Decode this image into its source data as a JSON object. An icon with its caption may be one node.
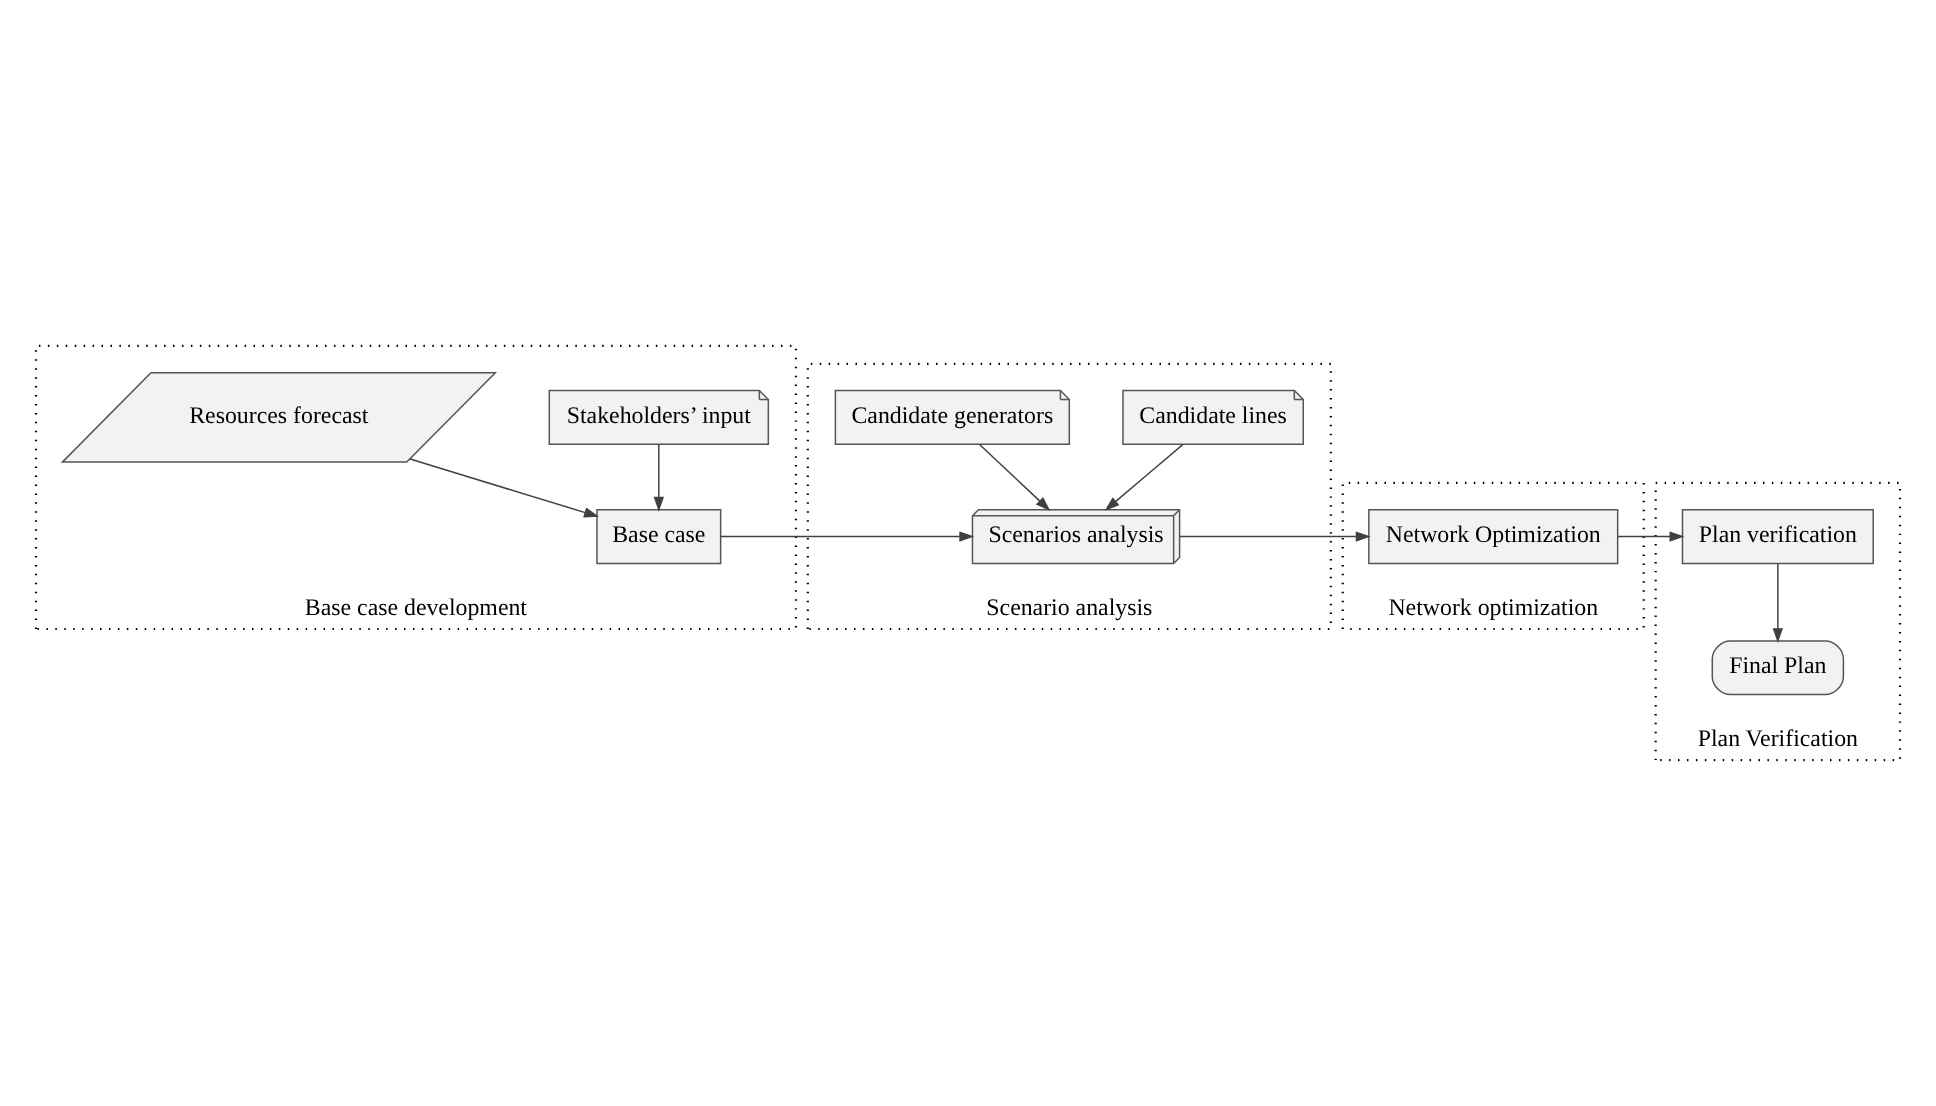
{
  "diagram": {
    "nodes": [
      {
        "text": [
          "Base case development"
        ]
      },
      {
        "text": [
          "Stakeholders’ input"
        ],
        "in": 0
      },
      {
        "text": [
          "Base case"
        ],
        "in": 0
      },
      {
        "text": [
          "Resources forecast"
        ],
        "in": 0
      },
      {
        "text": [
          "Scenario analysis"
        ]
      },
      {
        "text": [
          "Candidate lines"
        ],
        "in": 4
      },
      {
        "text": [
          "Scenarios analysis"
        ],
        "in": 4
      },
      {
        "text": [
          "Candidate generators"
        ],
        "in": 4
      },
      {
        "text": [
          "Network optimization"
        ]
      },
      {
        "text": [
          "Network Optimization"
        ],
        "in": 8
      },
      {
        "text": [
          "Plan Verification"
        ]
      },
      {
        "text": [
          "Plan verification"
        ],
        "in": 10
      },
      {
        "text": [
          "Final Plan"
        ],
        "in": 10
      }
    ],
    "edges": [
      {
        "from": 1,
        "to": 2,
        "arrow": "to"
      },
      {
        "from": 3,
        "to": 2,
        "arrow": "to"
      },
      {
        "from": 2,
        "to": 6,
        "arrow": "to"
      },
      {
        "from": 5,
        "to": 6,
        "arrow": "to"
      },
      {
        "from": 7,
        "to": 6,
        "arrow": "to"
      },
      {
        "from": 6,
        "to": 9,
        "arrow": "to"
      },
      {
        "from": 9,
        "to": 11,
        "arrow": "to"
      },
      {
        "from": 11,
        "to": 12,
        "arrow": "to"
      }
    ]
  }
}
